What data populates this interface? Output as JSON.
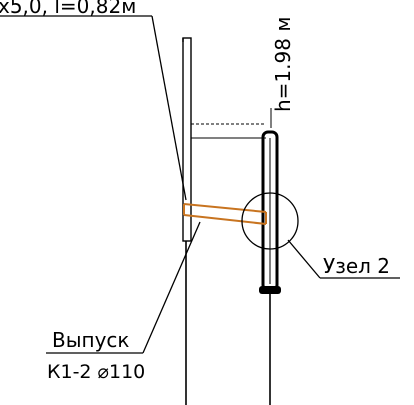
{
  "labels": {
    "pipe_spec_top": "x5,0, l=0,82м",
    "height_marker": "h=1.98 м",
    "node_label": "Узел 2",
    "outlet_title": "Выпуск",
    "outlet_spec": "К1-2 ⌀110"
  },
  "colors": {
    "line": "#000000",
    "pipe_sleeve": "#c87420",
    "background": "#ffffff"
  }
}
